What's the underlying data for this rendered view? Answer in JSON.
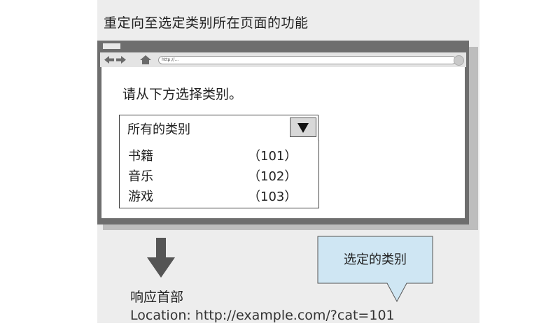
{
  "title": "重定向至选定类别所在页面的功能",
  "browser": {
    "url": "http://..."
  },
  "page": {
    "prompt": "请从下方选择类别。",
    "select": {
      "selected": "所有的类别",
      "options": [
        {
          "name": "书籍",
          "value": "（101）"
        },
        {
          "name": "音乐",
          "value": "（102）"
        },
        {
          "name": "游戏",
          "value": "（103）"
        }
      ]
    }
  },
  "callout": "选定的类别",
  "response": {
    "header_label": "响应首部",
    "location": "Location: http://example.com/?cat=101"
  },
  "colors": {
    "panel": "#ededed",
    "browser_frame": "#6e6e6e",
    "callout_fill": "#cfe6f3",
    "arrow": "#555555"
  }
}
